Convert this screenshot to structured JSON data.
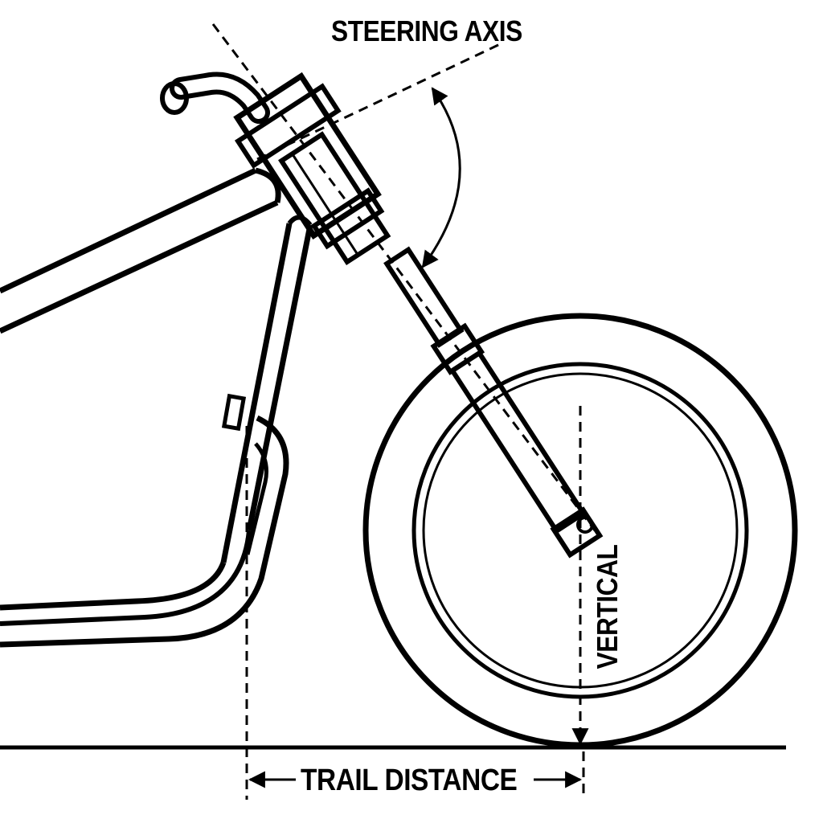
{
  "labels": {
    "steering_axis": "STEERING AXIS",
    "trail_distance": "TRAIL DISTANCE",
    "vertical": "VERTICAL"
  },
  "colors": {
    "ink": "#000000",
    "background": "#ffffff"
  }
}
